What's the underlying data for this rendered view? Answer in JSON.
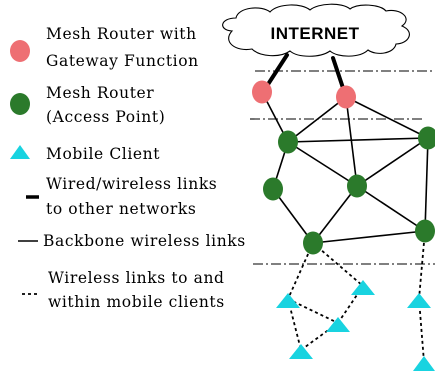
{
  "colors": {
    "gateway_router": "#ee6f73",
    "mesh_router": "#2b7a2b",
    "mobile_client": "#19d3e0",
    "line": "#000000"
  },
  "cloud": {
    "label": "INTERNET",
    "icon": "cloud-icon"
  },
  "legend": {
    "gateway_line1": "Mesh Router with",
    "gateway_line2": "Gateway Function",
    "router_line1": "Mesh Router",
    "router_line2": "(Access Point)",
    "client": "Mobile Client",
    "wired_line1": "Wired/wireless links",
    "wired_line2": "to other networks",
    "backbone": "Backbone wireless links",
    "clientlinks_line1": "Wireless links to and",
    "clientlinks_line2": "within mobile clients"
  }
}
